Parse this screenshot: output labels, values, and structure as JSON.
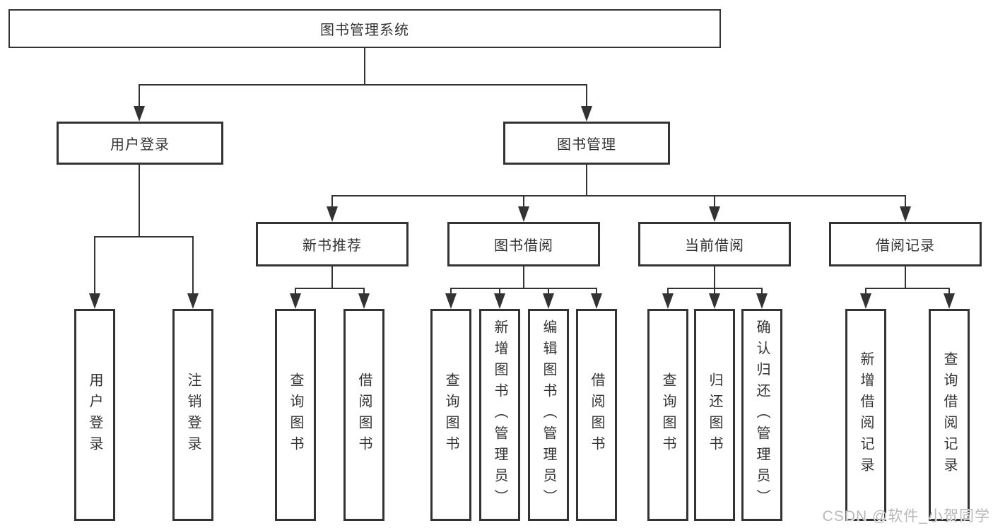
{
  "diagram": {
    "root": {
      "label": "图书管理系统"
    },
    "level2": [
      {
        "label": "用户登录"
      },
      {
        "label": "图书管理"
      }
    ],
    "level3": [
      {
        "label": "新书推荐"
      },
      {
        "label": "图书借阅"
      },
      {
        "label": "当前借阅"
      },
      {
        "label": "借阅记录"
      }
    ],
    "leaves": {
      "user_login": [
        {
          "label": "用户登录"
        },
        {
          "label": "注销登录"
        }
      ],
      "new_book": [
        {
          "label": "查询图书"
        },
        {
          "label": "借阅图书"
        }
      ],
      "book_borrow": [
        {
          "label": "查询图书"
        },
        {
          "label": "新增图书（管理员）"
        },
        {
          "label": "编辑图书（管理员）"
        },
        {
          "label": "借阅图书"
        }
      ],
      "current_borrow": [
        {
          "label": "查询图书"
        },
        {
          "label": "归还图书"
        },
        {
          "label": "确认归还（管理员）"
        }
      ],
      "borrow_records": [
        {
          "label": "新增借阅记录"
        },
        {
          "label": "查询借阅记录"
        }
      ]
    }
  },
  "watermark": {
    "text": "CSDN @软件_小贺同学"
  },
  "colors": {
    "line": "#333333",
    "text": "#333333",
    "box_background": "#ffffff",
    "watermark": "#b9b9b9",
    "background": "#ffffff"
  }
}
